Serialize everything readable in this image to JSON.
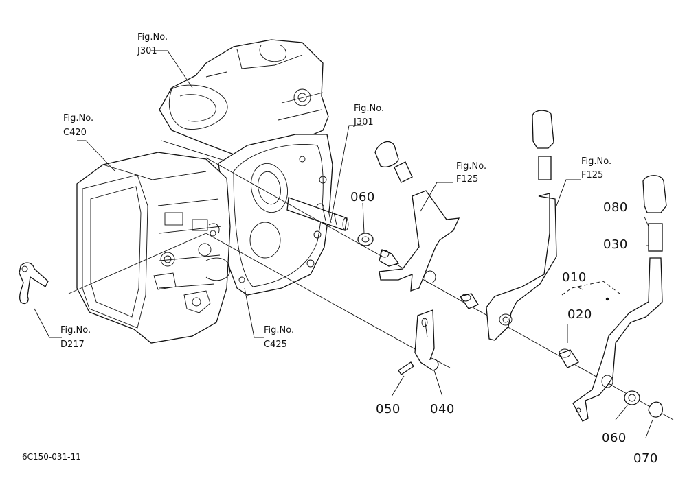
{
  "figure_refs": [
    {
      "id": "ref-j301-top",
      "line1": "Fig.No.",
      "line2": "J301"
    },
    {
      "id": "ref-c420",
      "line1": "Fig.No.",
      "line2": "C420"
    },
    {
      "id": "ref-j301-mid",
      "line1": "Fig.No.",
      "line2": "J301"
    },
    {
      "id": "ref-f125-left",
      "line1": "Fig.No.",
      "line2": "F125"
    },
    {
      "id": "ref-f125-right",
      "line1": "Fig.No.",
      "line2": "F125"
    },
    {
      "id": "ref-d217",
      "line1": "Fig.No.",
      "line2": "D217"
    },
    {
      "id": "ref-c425",
      "line1": "Fig.No.",
      "line2": "C425"
    }
  ],
  "part_numbers": {
    "p060_top": "060",
    "p080": "080",
    "p030": "030",
    "p010": "010",
    "p020": "020",
    "p050": "050",
    "p040": "040",
    "p060_bottom": "060",
    "p070": "070"
  },
  "diagram_code": "6C150-031-11"
}
